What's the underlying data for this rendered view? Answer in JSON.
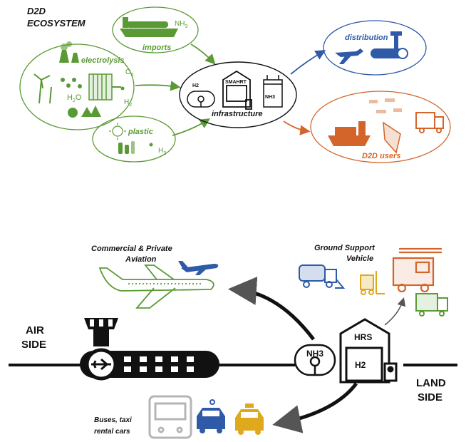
{
  "title": {
    "line1": "D2D",
    "line2": "ECOSYSTEM"
  },
  "top": {
    "imports": {
      "label": "imports",
      "formula": "NH",
      "sub": "3"
    },
    "electrolysis": {
      "label": "electrolysis",
      "water": "H",
      "water_sub": "2",
      "water_tail": "O",
      "oxygen": "O",
      "oxygen_sub": "2",
      "hydrogen": "H",
      "hydrogen_sub": "2"
    },
    "plastic": {
      "label": "plastic",
      "hydrogen": "H",
      "hydrogen_sub": "2"
    },
    "infrastructure": {
      "label": "infrastructure",
      "h2": "H2",
      "smahrt": "SMAHRT",
      "nh3": "NH3"
    },
    "distribution": {
      "label": "distribution"
    },
    "users": {
      "label": "D2D users"
    }
  },
  "bottom": {
    "aviation": {
      "line1": "Commercial & Private",
      "line2": "Aviation"
    },
    "gsv": {
      "line1": "Ground Support",
      "line2": "Vehicle"
    },
    "air_side": {
      "line1": "AIR",
      "line2": "SIDE"
    },
    "land_side": {
      "line1": "LAND",
      "line2": "SIDE"
    },
    "hrs": "HRS",
    "h2": "H2",
    "nh3": "NH3",
    "buses": {
      "line1": "Buses, taxi",
      "line2": "rental cars"
    }
  },
  "colors": {
    "green": "#5a9a35",
    "blue": "#2e5aa8",
    "orange": "#d4652a",
    "black": "#111111",
    "grey": "#b5b5b5",
    "yellow": "#e0a81c"
  }
}
